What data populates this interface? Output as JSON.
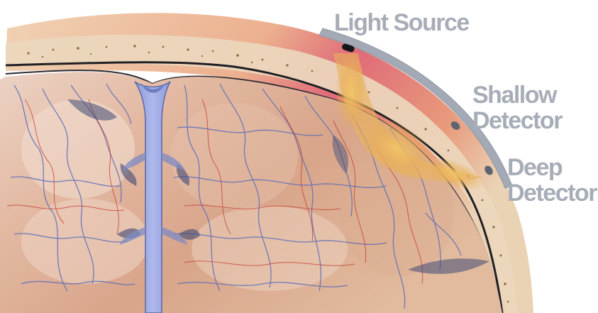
{
  "labels": {
    "light_source": "Light Source",
    "shallow_detector": [
      "Shallow",
      "Detector"
    ],
    "deep_detector": [
      "Deep",
      "Detector"
    ]
  },
  "colors": {
    "label_text": "#a7adb7",
    "probe_band": "#a3aab5",
    "skull_bone": "#efd8bd",
    "scalp_outer": "#e58a86",
    "brain_tissue": "#d9a789",
    "veins": "#5c6fb5",
    "arteries": "#c4332a",
    "light_beam": "#e9b75f"
  }
}
